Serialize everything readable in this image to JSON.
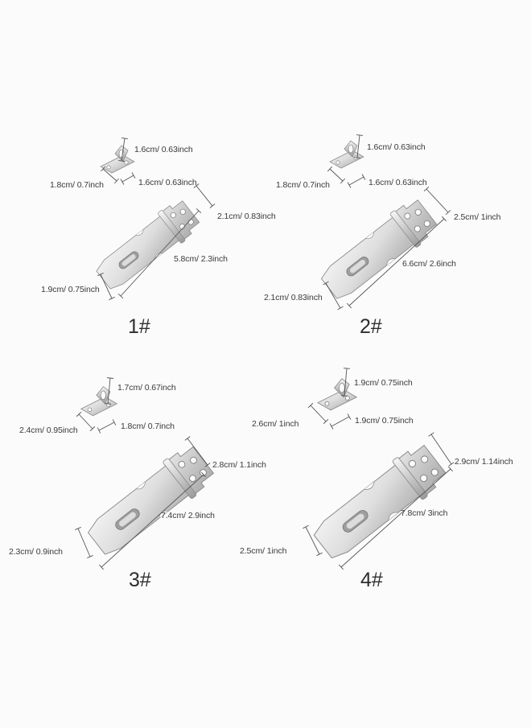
{
  "colors": {
    "background": "#fbfbfb",
    "metal_light": "#f2f2f2",
    "metal_mid": "#c9c9c9",
    "metal_dark": "#8d8d8d",
    "dimension_line": "#555555"
  },
  "items": [
    {
      "number": "1#",
      "staple_height": "1.6cm/ 0.63inch",
      "staple_width": "1.8cm/ 0.7inch",
      "staple_depth": "1.6cm/ 0.63inch",
      "hasp_width": "2.1cm/ 0.83inch",
      "hasp_length": "5.8cm/ 2.3inch",
      "hasp_tip_width": "1.9cm/ 0.75inch"
    },
    {
      "number": "2#",
      "staple_height": "1.6cm/ 0.63inch",
      "staple_width": "1.8cm/ 0.7inch",
      "staple_depth": "1.6cm/ 0.63inch",
      "hasp_width": "2.5cm/ 1inch",
      "hasp_length": "6.6cm/ 2.6inch",
      "hasp_tip_width": "2.1cm/ 0.83inch"
    },
    {
      "number": "3#",
      "staple_height": "1.7cm/ 0.67inch",
      "staple_width": "2.4cm/ 0.95inch",
      "staple_depth": "1.8cm/ 0.7inch",
      "hasp_width": "2.8cm/ 1.1inch",
      "hasp_length": "7.4cm/ 2.9inch",
      "hasp_tip_width": "2.3cm/ 0.9inch"
    },
    {
      "number": "4#",
      "staple_height": "1.9cm/ 0.75inch",
      "staple_width": "2.6cm/ 1inch",
      "staple_depth": "1.9cm/ 0.75inch",
      "hasp_width": "2.9cm/ 1.14inch",
      "hasp_length": "7.8cm/ 3inch",
      "hasp_tip_width": "2.5cm/ 1inch"
    }
  ]
}
